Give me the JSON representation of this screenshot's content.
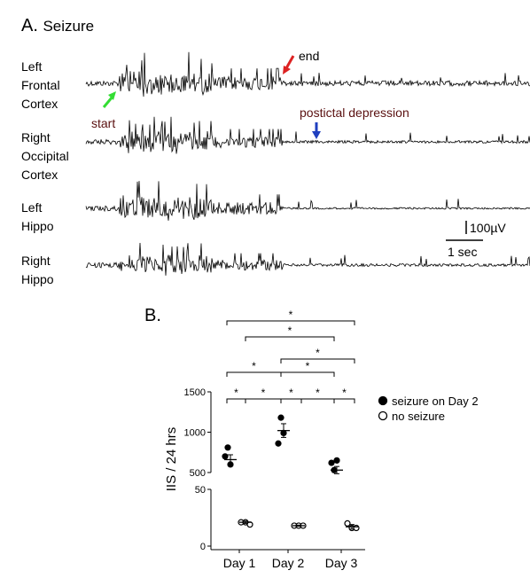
{
  "panel_a": {
    "letter": "A.",
    "title": "Seizure",
    "channels": [
      {
        "line1": "Left",
        "line2": "Frontal",
        "line3": "Cortex"
      },
      {
        "line1": "Right",
        "line2": "Occipital",
        "line3": "Cortex"
      },
      {
        "line1": "Left",
        "line2": "Hippo",
        "line3": ""
      },
      {
        "line1": "Right",
        "line2": "Hippo",
        "line3": ""
      }
    ],
    "annotations": {
      "start": "start",
      "end": "end",
      "postictal": "postictal depression"
    },
    "arrow_colors": {
      "start": "#33dd33",
      "end": "#dd2222",
      "postictal": "#1f3fbf"
    },
    "annotation_text_color": "#5a1010",
    "scale_bar": {
      "voltage": "100µV",
      "time": "1 sec"
    }
  },
  "panel_b": {
    "letter": "B.",
    "chart_data": {
      "type": "scatter",
      "categories": [
        "Day 1",
        "Day 2",
        "Day 3"
      ],
      "ylabel": "IIS / 24 hrs",
      "broken_axis": true,
      "upper_segment": {
        "ylim": [
          500,
          1500
        ],
        "ticks": [
          500,
          1000,
          1500
        ]
      },
      "lower_segment": {
        "ylim": [
          0,
          50
        ],
        "ticks": [
          0,
          50
        ]
      },
      "series": [
        {
          "name": "seizure on Day 2",
          "marker": "filled",
          "points": [
            [
              810,
              700,
              600
            ],
            [
              1180,
              990,
              860
            ],
            [
              650,
              620,
              530
            ]
          ],
          "mean": [
            660,
            1020,
            530
          ],
          "sem": [
            60,
            85,
            45
          ]
        },
        {
          "name": "no seizure",
          "marker": "open",
          "points": [
            [
              21,
              21,
              19
            ],
            [
              18,
              18,
              18
            ],
            [
              20,
              16,
              16
            ]
          ],
          "mean": [
            21,
            18,
            17
          ],
          "sem": [
            1,
            0.5,
            2
          ]
        }
      ],
      "significance": [
        {
          "groups": [
            "Day 1 seizure",
            "Day 1 no seizure"
          ],
          "label": "*"
        },
        {
          "groups": [
            "Day 1 no seizure",
            "Day 2 seizure"
          ],
          "label": "*"
        },
        {
          "groups": [
            "Day 2 seizure",
            "Day 2 no seizure"
          ],
          "label": "*"
        },
        {
          "groups": [
            "Day 2 no seizure",
            "Day 3 seizure"
          ],
          "label": "*"
        },
        {
          "groups": [
            "Day 3 seizure",
            "Day 3 no seizure"
          ],
          "label": "*"
        },
        {
          "groups": [
            "Day 1 seizure",
            "Day 2 seizure"
          ],
          "label": "*"
        },
        {
          "groups": [
            "Day 2 seizure",
            "Day 3 seizure"
          ],
          "label": "*"
        },
        {
          "groups": [
            "Day 2 seizure",
            "Day 3 no seizure"
          ],
          "label": "*"
        },
        {
          "groups": [
            "Day 1 no seizure",
            "Day 3 seizure"
          ],
          "label": "*"
        },
        {
          "groups": [
            "Day 1 seizure",
            "Day 3 no seizure"
          ],
          "label": "*"
        }
      ]
    }
  }
}
